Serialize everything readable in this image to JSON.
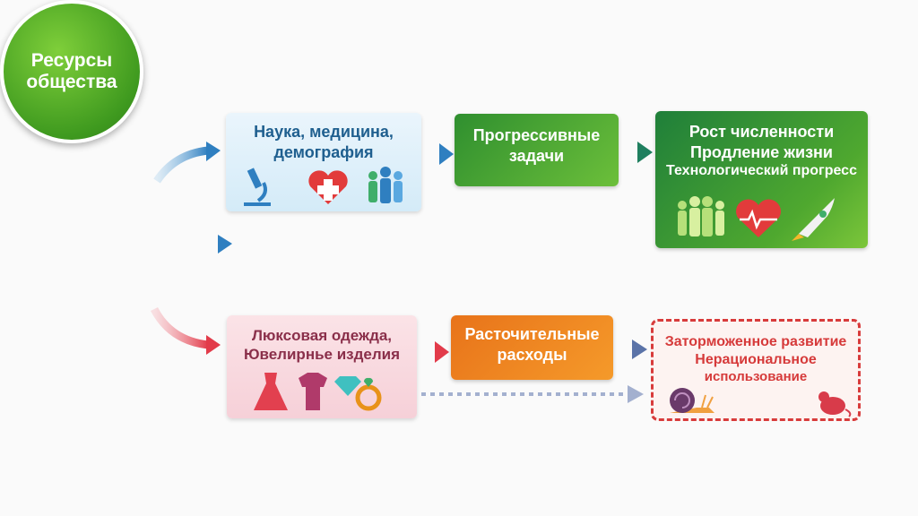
{
  "center": {
    "line1": "Ресурсы",
    "line2": "общества"
  },
  "top_row": {
    "source": {
      "line1": "Наука, медицина,",
      "line2": "демография",
      "icons": [
        "microscope-icon",
        "heart-plus-icon",
        "people-icon"
      ]
    },
    "process": {
      "line1": "Прогрессивные",
      "line2": "задачи"
    },
    "result": {
      "line1": "Рост численности",
      "line2": "Продление жизни",
      "line3": "Технологический прогресс",
      "icons": [
        "people-icon",
        "heartbeat-icon",
        "rocket-icon"
      ]
    }
  },
  "bottom_row": {
    "source": {
      "line1": "Люксовая одежда,",
      "line2": "Ювелирнье изделия",
      "icons": [
        "dress-icon",
        "shirt-icon",
        "diamond-icon",
        "ring-icon"
      ]
    },
    "process": {
      "line1": "Расточительные",
      "line2": "расходы"
    },
    "result": {
      "line1": "Заторможенное развитие",
      "line2": "Нерациональное",
      "line3": "использование",
      "icons": [
        "snail-icon",
        "mouse-icon"
      ]
    }
  },
  "colors": {
    "green": "#3f9a1f",
    "blue": "#2f7fc0",
    "red": "#e23b4a",
    "orange": "#f08a22"
  }
}
